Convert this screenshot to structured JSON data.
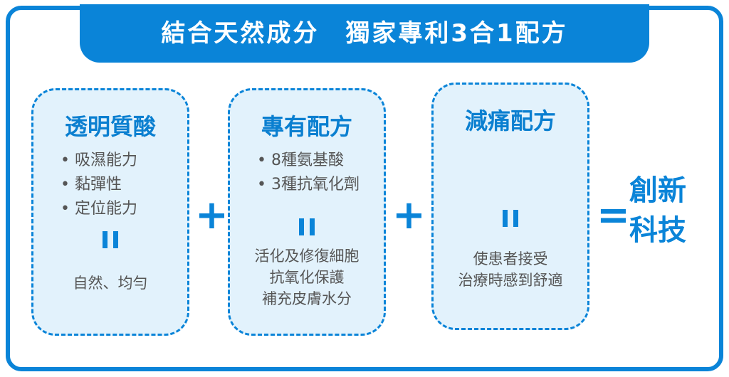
{
  "title": "結合天然成分　獨家專利3合1配方",
  "boxes": [
    {
      "heading": "透明質酸",
      "bullets": [
        "吸濕能力",
        "黏彈性",
        "定位能力"
      ],
      "notes": [
        "自然、均勻"
      ]
    },
    {
      "heading": "專有配方",
      "bullets": [
        "8種氨基酸",
        "3種抗氧化劑"
      ],
      "notes": [
        "活化及修復細胞",
        "抗氧化保護",
        "補充皮膚水分"
      ]
    },
    {
      "heading": "減痛配方",
      "bullets": [],
      "notes": [
        "使患者接受",
        "治療時感到舒適"
      ]
    }
  ],
  "operators": {
    "plus": "+",
    "equals": "="
  },
  "result": [
    "創新",
    "科技"
  ],
  "colors": {
    "accent": "#0a84d8",
    "box_bg": "#e2f2fc"
  }
}
